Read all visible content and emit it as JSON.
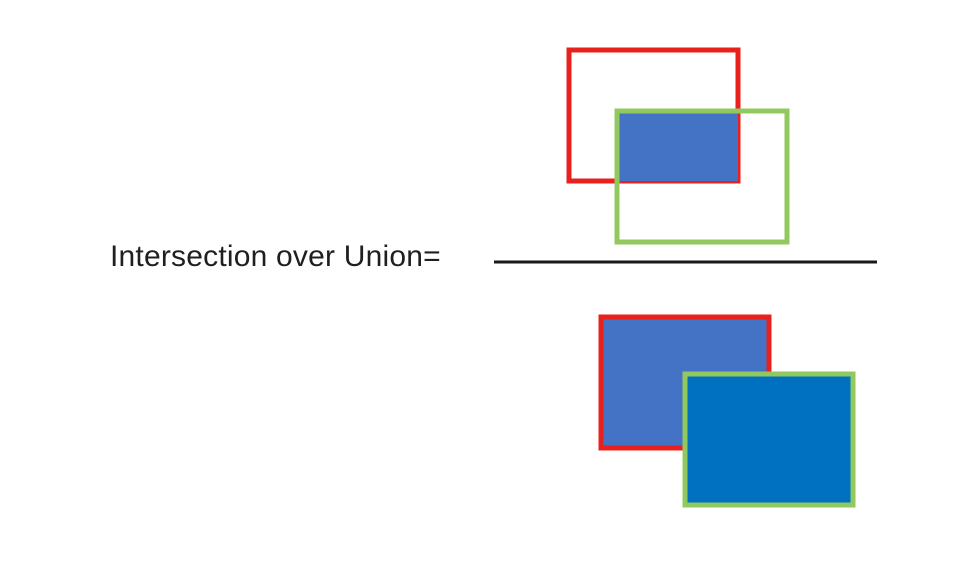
{
  "formula": {
    "label": "Intersection over Union="
  },
  "colors": {
    "box_a_border": "#e8201e",
    "box_b_border": "#92c95f",
    "intersection_fill": "#4472c4",
    "union_fill_a": "#4472c4",
    "union_fill_b": "#0070c0",
    "fraction_line": "#1a1a1a"
  },
  "numerator": {
    "description": "intersection of box A and box B"
  },
  "denominator": {
    "description": "union of box A and box B"
  }
}
